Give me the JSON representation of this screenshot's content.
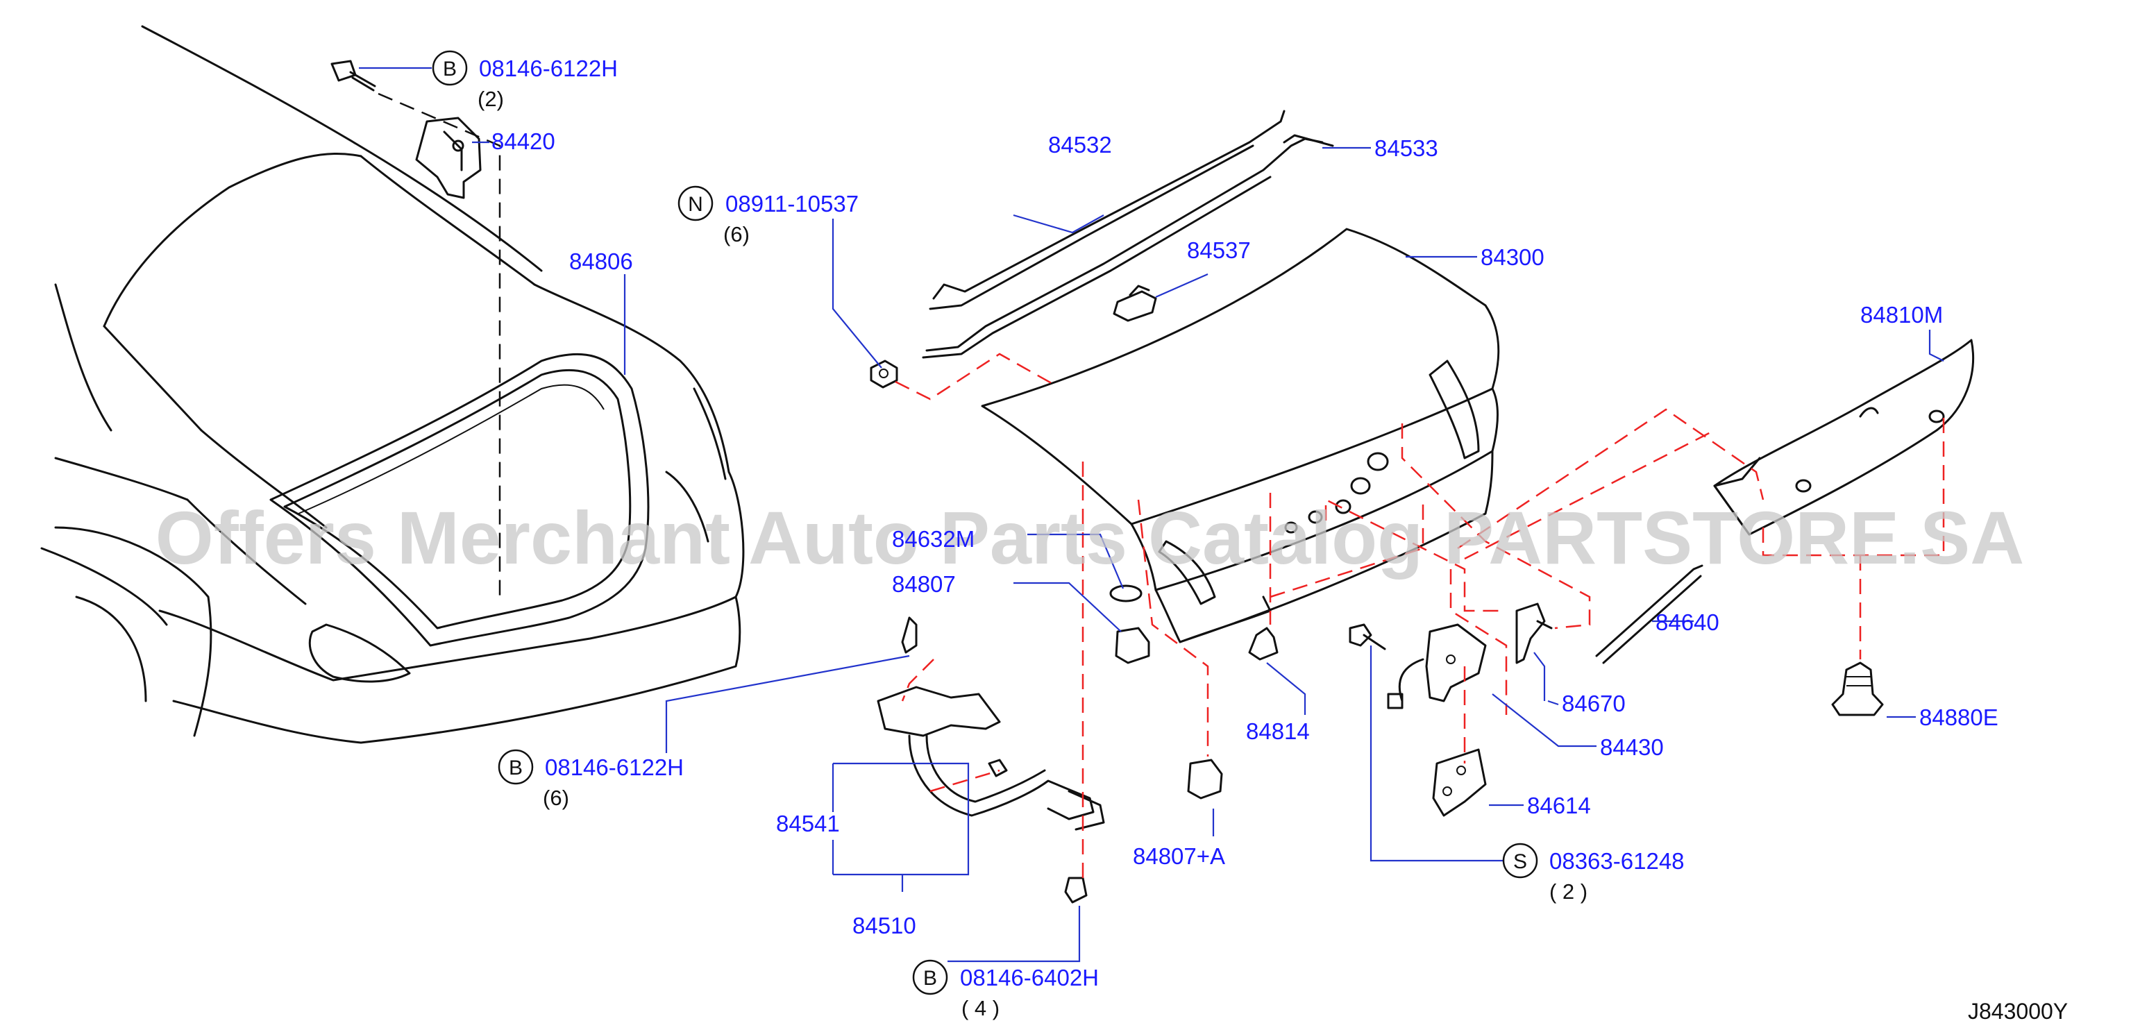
{
  "diagram": {
    "reference_code": "J843000Y",
    "watermark": "Offers Merchant Auto Parts Catalog PARTSTORE.SA",
    "parts": {
      "p84420": "84420",
      "p84806": "84806",
      "p84532": "84532",
      "p84533": "84533",
      "p84537": "84537",
      "p84300": "84300",
      "p84810M": "84810M",
      "p84632M": "84632M",
      "p84807": "84807",
      "p84807A": "84807+A",
      "p84814": "84814",
      "p84640": "84640",
      "p84670": "84670",
      "p84430": "84430",
      "p84880E": "84880E",
      "p84614": "84614",
      "p84541": "84541",
      "p84510": "84510"
    },
    "fasteners": {
      "top_bolt": {
        "prefix": "B",
        "part": "08146-6122H",
        "qty": "(2)"
      },
      "nut": {
        "prefix": "N",
        "part": "08911-10537",
        "qty": "(6)"
      },
      "hinge_bolt": {
        "prefix": "B",
        "part": "08146-6122H",
        "qty": "(6)"
      },
      "screw": {
        "prefix": "S",
        "part": "08363-61248",
        "qty": "( 2 )"
      },
      "bottom_bolt": {
        "prefix": "B",
        "part": "08146-6402H",
        "qty": "( 4 )"
      }
    }
  }
}
